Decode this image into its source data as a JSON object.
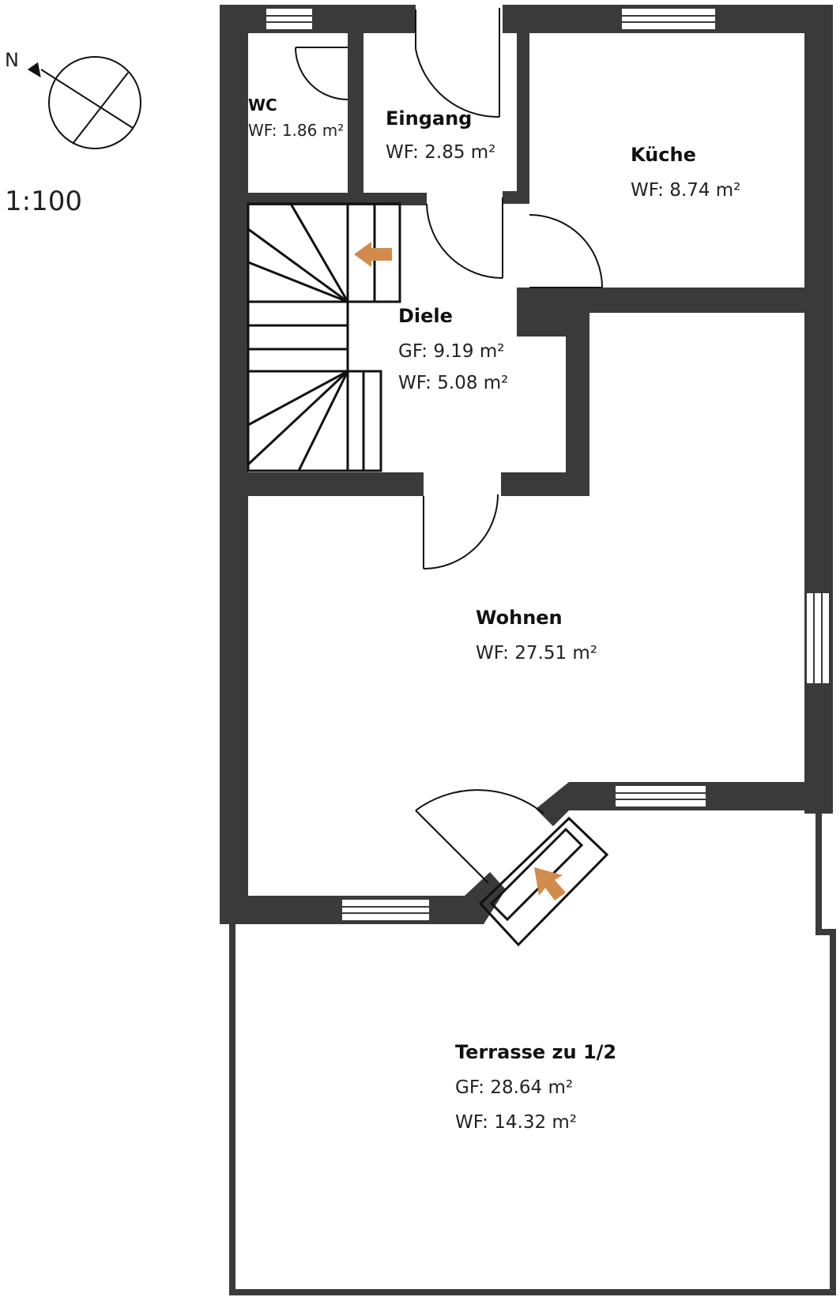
{
  "colors": {
    "wall": "#3a3a3a",
    "line": "#111111",
    "arrow": "#d18b4d",
    "background": "#ffffff"
  },
  "compass": {
    "north_label": "N"
  },
  "scale": {
    "label": "1:100"
  },
  "rooms": {
    "wc": {
      "name": "WC",
      "wf": "WF: 1.86 m²"
    },
    "eingang": {
      "name": "Eingang",
      "wf": "WF: 2.85 m²"
    },
    "kueche": {
      "name": "Küche",
      "wf": "WF: 8.74 m²"
    },
    "diele": {
      "name": "Diele",
      "gf": "GF: 9.19 m²",
      "wf": "WF: 5.08 m²"
    },
    "wohnen": {
      "name": "Wohnen",
      "wf": "WF: 27.51 m²"
    },
    "terrasse": {
      "name": "Terrasse zu 1/2",
      "gf": "GF: 28.64 m²",
      "wf": "WF: 14.32 m²"
    }
  },
  "icons": {
    "stair_arrow": "arrow-left-icon",
    "entry_arrow": "arrow-up-right-icon",
    "compass": "compass-icon"
  }
}
